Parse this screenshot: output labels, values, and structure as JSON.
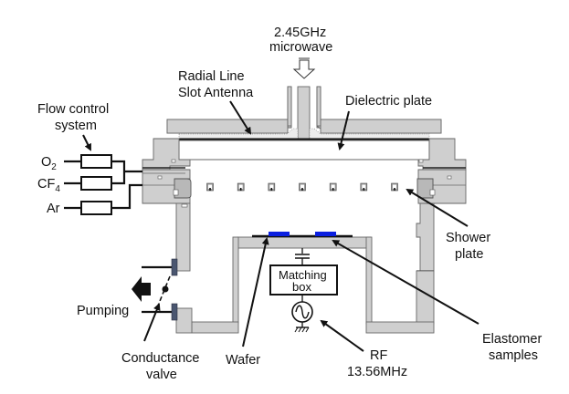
{
  "title": "Plasma etching chamber schematic (RLSA microwave plasma)",
  "labels": {
    "microwave": [
      "2.45GHz",
      "microwave"
    ],
    "antenna": [
      "Radial Line",
      "Slot Antenna"
    ],
    "dielectric": "Dielectric plate",
    "flow_control": [
      "Flow control",
      "system"
    ],
    "gases": [
      {
        "base": "O",
        "sub": "2"
      },
      {
        "base": "CF",
        "sub": "4"
      },
      {
        "base": "Ar",
        "sub": ""
      }
    ],
    "shower": [
      "Shower",
      "plate"
    ],
    "matching_box": [
      "Matching",
      "box"
    ],
    "pumping": "Pumping",
    "conductance_valve": [
      "Conductance",
      "valve"
    ],
    "wafer": "Wafer",
    "rf": [
      "RF",
      "13.56MHz"
    ],
    "elastomer": [
      "Elastomer",
      "samples"
    ]
  },
  "colors": {
    "metal": "#cfcfcf",
    "sample": "#0a1fe0",
    "valve_flange": "#4a5670",
    "line": "#111111"
  },
  "shower_nozzle_count": 7
}
